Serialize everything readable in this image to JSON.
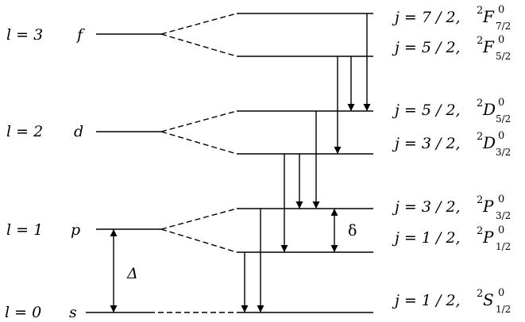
{
  "levels": [
    {
      "l": "l = 3",
      "letter": "f"
    },
    {
      "l": "l = 2",
      "letter": "d"
    },
    {
      "l": "l = 1",
      "letter": "p"
    },
    {
      "l": "l = 0",
      "letter": "s"
    }
  ],
  "substates": [
    {
      "j": "j = 7 / 2,",
      "L": "F",
      "sup": "0",
      "sub": "7/2",
      "mult": "2"
    },
    {
      "j": "j = 5 / 2,",
      "L": "F",
      "sup": "0",
      "sub": "5/2",
      "mult": "2"
    },
    {
      "j": "j = 5 / 2,",
      "L": "D",
      "sup": "0",
      "sub": "5/2",
      "mult": "2"
    },
    {
      "j": "j = 3 / 2,",
      "L": "D",
      "sup": "0",
      "sub": "3/2",
      "mult": "2"
    },
    {
      "j": "j = 3 / 2,",
      "L": "P",
      "sup": "0",
      "sub": "3/2",
      "mult": "2"
    },
    {
      "j": "j = 1 / 2,",
      "L": "P",
      "sup": "0",
      "sub": "1/2",
      "mult": "2"
    },
    {
      "j": "j = 1 / 2,",
      "L": "S",
      "sup": "0",
      "sub": "1/2",
      "mult": "2"
    }
  ],
  "labels": {
    "delta_lower": "δ",
    "delta_upper": "Δ"
  }
}
